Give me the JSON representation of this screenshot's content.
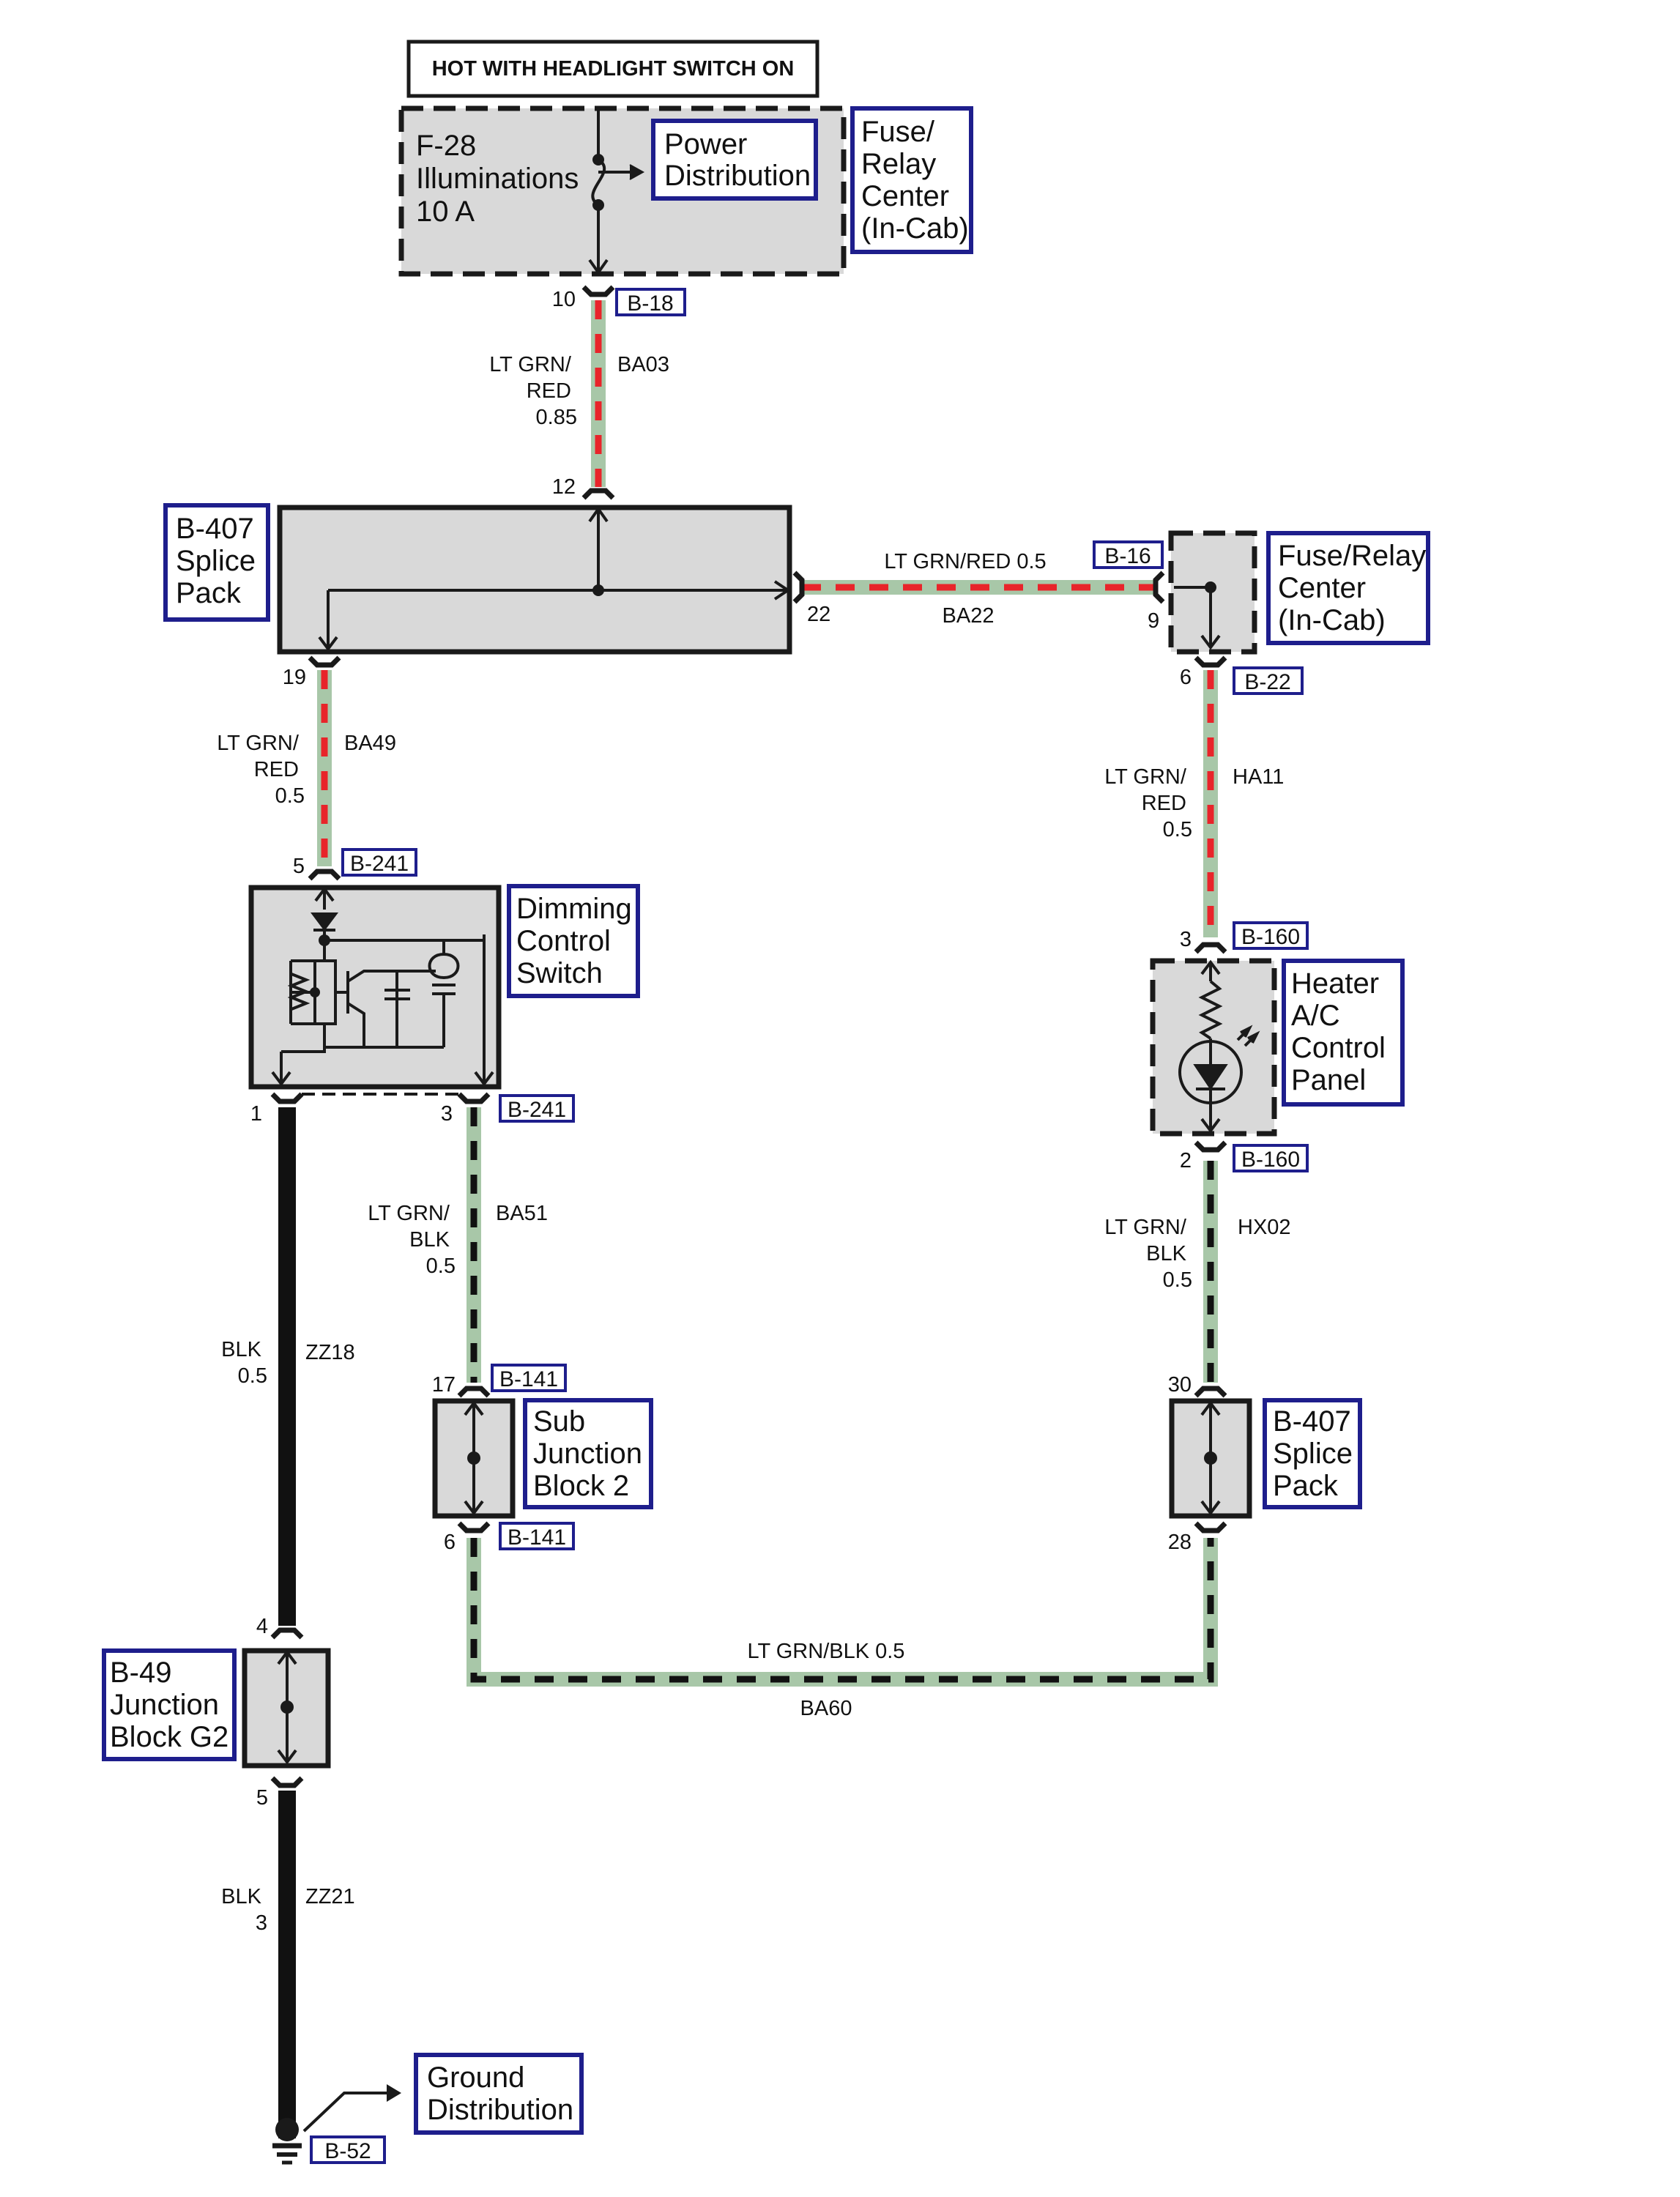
{
  "header": {
    "text": "HOT WITH HEADLIGHT SWITCH ON"
  },
  "colors": {
    "wire_green": "#a8c7a8",
    "stripe_red": "#e8242a",
    "stripe_black": "#111111",
    "label_border": "#1e1e8c",
    "component_fill": "#d9d9d9"
  },
  "fuse": {
    "line1": "F-28",
    "line2": "Illuminations",
    "line3": "10 A"
  },
  "power_dist": {
    "line1": "Power",
    "line2": "Distribution"
  },
  "frc_top": {
    "line1": "Fuse/",
    "line2": "Relay",
    "line3": "Center",
    "line4": "(In-Cab)"
  },
  "frc_right": {
    "line1": "Fuse/Relay",
    "line2": "Center",
    "line3": "(In-Cab)"
  },
  "splice_top": {
    "line1": "B-407",
    "line2": "Splice",
    "line3": "Pack"
  },
  "dimming": {
    "line1": "Dimming",
    "line2": "Control",
    "line3": "Switch"
  },
  "heater": {
    "line1": "Heater",
    "line2": "A/C",
    "line3": "Control",
    "line4": "Panel"
  },
  "subjb": {
    "line1": "Sub",
    "line2": "Junction",
    "line3": "Block 2"
  },
  "splice_bottom": {
    "line1": "B-407",
    "line2": "Splice",
    "line3": "Pack"
  },
  "junction_g2": {
    "line1": "B-49",
    "line2": "Junction",
    "line3": "Block G2"
  },
  "ground_dist": {
    "line1": "Ground",
    "line2": "Distribution"
  },
  "connectors": {
    "b18": "B-18",
    "b16": "B-16",
    "b22": "B-22",
    "b241a": "B-241",
    "b241b": "B-241",
    "b160a": "B-160",
    "b160b": "B-160",
    "b141a": "B-141",
    "b141b": "B-141",
    "b52": "B-52"
  },
  "pins": {
    "p10": "10",
    "p12": "12",
    "p22": "22",
    "p9": "9",
    "p19": "19",
    "p6a": "6",
    "p5a": "5",
    "p3a": "3",
    "p1": "1",
    "p3b": "3",
    "p2": "2",
    "p17": "17",
    "p6b": "6",
    "p30": "30",
    "p28": "28",
    "p4": "4",
    "p5b": "5"
  },
  "wires": {
    "ba03": {
      "c1": "LT GRN/",
      "c2": "RED",
      "c3": "0.85",
      "circuit": "BA03"
    },
    "ba22": {
      "color": "LT GRN/RED 0.5",
      "circuit": "BA22"
    },
    "ba49": {
      "c1": "LT GRN/",
      "c2": "RED",
      "c3": "0.5",
      "circuit": "BA49"
    },
    "ha11": {
      "c1": "LT GRN/",
      "c2": "RED",
      "c3": "0.5",
      "circuit": "HA11"
    },
    "ba51": {
      "c1": "LT GRN/",
      "c2": "BLK",
      "c3": "0.5",
      "circuit": "BA51"
    },
    "hx02": {
      "c1": "LT GRN/",
      "c2": "BLK",
      "c3": "0.5",
      "circuit": "HX02"
    },
    "zz18": {
      "c1": "BLK",
      "c2": "0.5",
      "circuit": "ZZ18"
    },
    "ba60": {
      "color": "LT GRN/BLK 0.5",
      "circuit": "BA60"
    },
    "zz21": {
      "c1": "BLK",
      "c2": "3",
      "circuit": "ZZ21"
    }
  }
}
